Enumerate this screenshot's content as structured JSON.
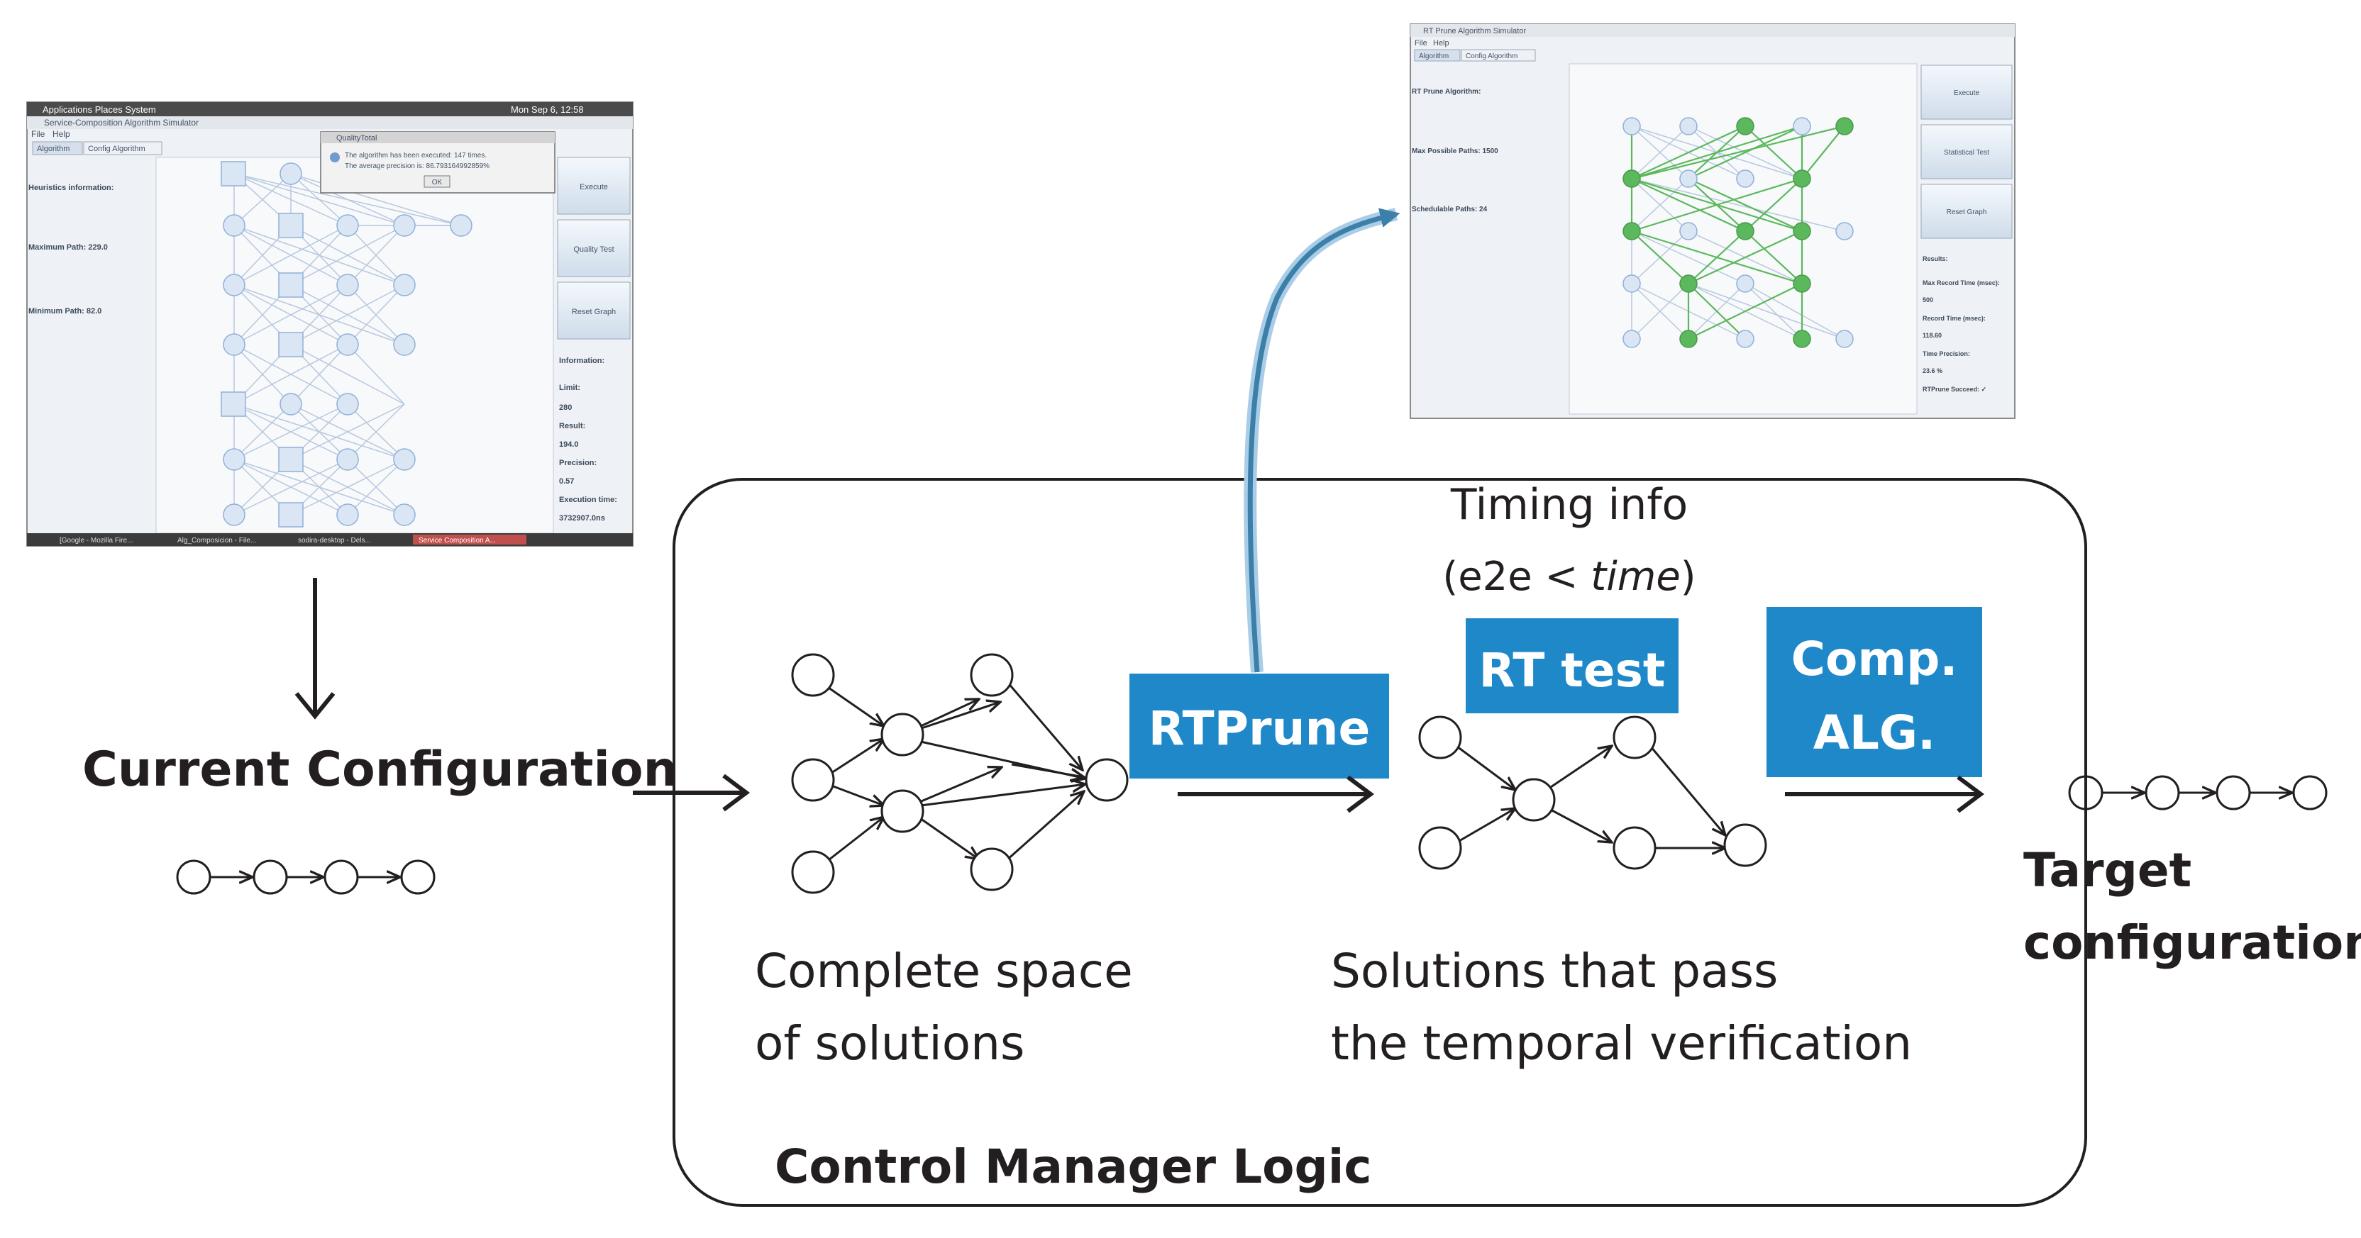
{
  "labels": {
    "current_configuration": "Current Configuration",
    "target_line1": "Target",
    "target_line2": "configuration",
    "timing_line1": "Timing info",
    "timing_line2_open": "(e2e < ",
    "timing_line2_time": "time",
    "timing_line2_close": ")",
    "complete_line1": "Complete space",
    "complete_line2": "of solutions",
    "solutions_line1": "Solutions that pass",
    "solutions_line2": "the temporal verification",
    "control_manager": "Control Manager Logic"
  },
  "buttons": {
    "rtprune": "RTPrune",
    "rt_test": "RT test",
    "comp_line1": "Comp.",
    "comp_line2": "ALG."
  },
  "colors": {
    "box_blue": "#1e88c9",
    "arrow_blue": "#4a90b8",
    "node_green": "#5cb85c",
    "node_light": "#c5d9f1"
  },
  "screenshot_left": {
    "menubar": "Applications  Places  System",
    "clock": "Mon Sep  6, 12:58",
    "title": "Service-Composition Algorithm Simulator",
    "menu_file": "File",
    "menu_help": "Help",
    "tab_algorithm": "Algorithm",
    "tab_config": "Config Algorithm",
    "heuristics": "Heuristics information:",
    "max_path": "Maximum Path: 229.0",
    "min_path": "Minimum Path:  82.0",
    "btn_execute": "Execute",
    "btn_quality": "Quality Test",
    "btn_reset": "Reset Graph",
    "info": "Information:",
    "limit_label": "Limit:",
    "limit_value": "280",
    "result_label": "Result:",
    "result_value": "194.0",
    "precision_label": "Precision:",
    "precision_value": "0.57",
    "exec_label": "Execution time:",
    "exec_value": "3732907.0ns",
    "dialog_title": "QualityTotal",
    "dialog_line1": "The algorithm has been executed: 147 times.",
    "dialog_line2": "The average precision is: 86.793164992859%",
    "dialog_ok": "OK",
    "taskbar_1": "[Google - Mozilla Fire...",
    "taskbar_2": "Alg_Composicion - File...",
    "taskbar_3": "sodira-desktop - Dels...",
    "taskbar_4": "Service Composition A..."
  },
  "screenshot_right": {
    "title": "RT Prune Algorithm Simulator",
    "menu_file": "File",
    "menu_help": "Help",
    "tab_algorithm": "Algorithm",
    "tab_config": "Config Algorithm",
    "algo_label": "RT Prune Algorithm:",
    "max_possible": "Max Possible Paths: 1500",
    "schedulable": "Schedulable Paths:  24",
    "btn_execute": "Execute",
    "btn_stat": "Statistical Test",
    "btn_reset": "Reset Graph",
    "results": "Results:",
    "max_record_label": "Max Record Time (msec):",
    "max_record_value": "500",
    "record_label": "Record Time (msec):",
    "record_value": "118.60",
    "time_precision_label": "Time Precision:",
    "time_precision_value": "23.6 %",
    "succeed": "RTPrune Succeed:  ✓"
  }
}
